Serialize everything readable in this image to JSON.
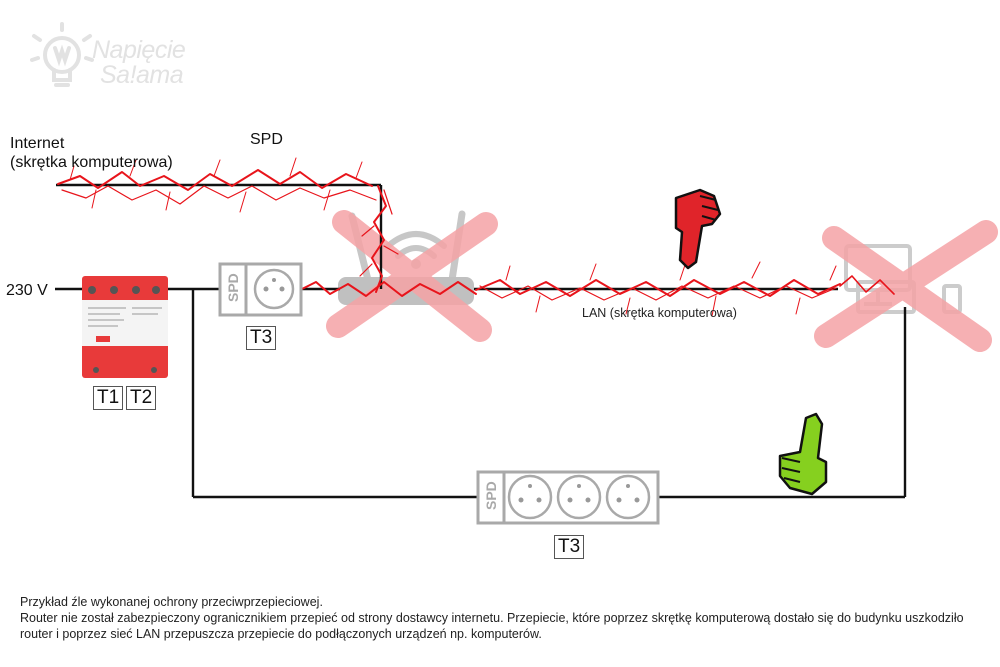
{
  "logo": {
    "line1": "Napięcie",
    "line2": "Sa!ama"
  },
  "labels": {
    "internet_line1": "Internet",
    "internet_line2": "(skrętka komputerowa)",
    "spd": "SPD",
    "voltage": "230 V",
    "lan": "LAN (skrętka komputerowa)"
  },
  "devices": {
    "main_spd_tags": [
      "T1",
      "T2"
    ],
    "socket_spd_tag": "T3",
    "strip_spd_tag": "T3",
    "spd_text": "SPD"
  },
  "icons": {
    "thumbs_down": "thumbs-down-icon",
    "thumbs_up": "thumbs-up-icon",
    "router": "router-icon",
    "computers": "computers-icon",
    "cross": "red-x-icon"
  },
  "colors": {
    "lightning": "#e8141b",
    "wire": "#111111",
    "spd_red": "#e83a3a",
    "cross": "#f5a3a6",
    "bad": "#e0242a",
    "good": "#86d01f"
  },
  "caption": {
    "line1": "Przykład źle wykonanej ochrony przeciwprzepieciowej.",
    "line2": "Router nie został zabezpieczony ogranicznikiem przepieć od strony dostawcy internetu. Przepiecie, które poprzez skrętkę komputerową dostało się do budynku uszkodziło router i poprzez sieć LAN przepuszcza przepiecie do podłączonych urządzeń np. komputerów."
  }
}
